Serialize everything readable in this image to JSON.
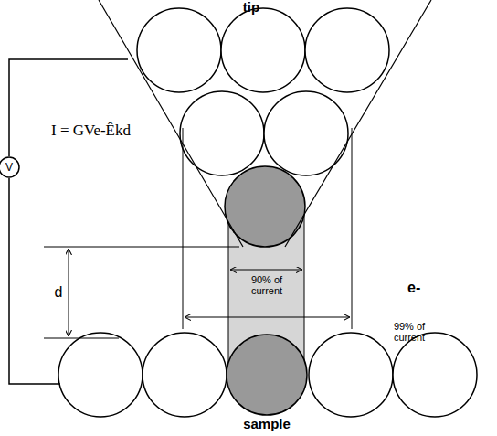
{
  "diagram": {
    "nodes": [
      {
        "text": [
          "V"
        ]
      }
    ],
    "labels": [
      "tip",
      "I = GVe-Êkd",
      "d",
      "90% of current",
      "99% of current",
      "e-",
      "sample"
    ]
  }
}
